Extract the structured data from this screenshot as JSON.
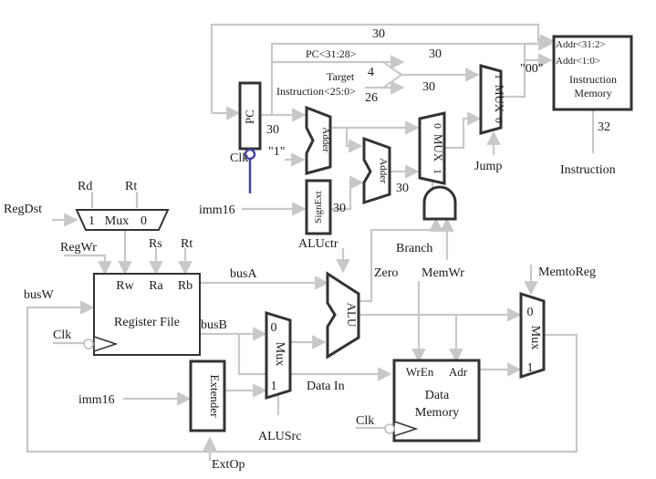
{
  "register_file": {
    "title": "Register File",
    "rw": "Rw",
    "ra": "Ra",
    "rb": "Rb"
  },
  "inputs": {
    "regdst": "RegDst",
    "rd": "Rd",
    "rt_top": "Rt",
    "regwr": "RegWr",
    "rs": "Rs",
    "rt": "Rt",
    "busw": "busW",
    "clk": "Clk",
    "imm16": "imm16",
    "imm16_top": "imm16",
    "extop": "ExtOp",
    "alusrc": "ALUSrc",
    "aluctr": "ALUctr",
    "branch": "Branch",
    "memwr": "MemWr",
    "memtoreg": "MemtoReg",
    "jump": "Jump",
    "clk_pc": "Clk",
    "clk_mem": "Clk",
    "one": "\"1\""
  },
  "mux_regdst": {
    "label": "Mux",
    "in1": "1",
    "in0": "0"
  },
  "mux_alusrc": {
    "label": "Mux",
    "in0": "0",
    "in1": "1"
  },
  "mux_memtoreg": {
    "label": "Mux",
    "in0": "0",
    "in1": "1"
  },
  "mux_branch": {
    "label": "MUX",
    "in0": "0",
    "in1": "1"
  },
  "mux_jump": {
    "label": "MUX",
    "in1": "1",
    "in0": "0"
  },
  "blocks": {
    "pc": "PC",
    "adder1": "Adder",
    "adder2": "Adder",
    "signext": "SignExt",
    "extender": "Extender",
    "alu": "ALU"
  },
  "data_memory": {
    "title1": "Data",
    "title2": "Memory",
    "wren": "WrEn",
    "adr": "Adr"
  },
  "instruction_memory": {
    "addr_hi": "Addr<31:2>",
    "addr_lo": "Addr<1:0>",
    "title1": "Instruction",
    "title2": "Memory"
  },
  "signals": {
    "busa": "busA",
    "busb": "busB",
    "zero": "Zero",
    "data_in": "Data In",
    "instruction": "Instruction",
    "target": "Target",
    "target_range": "Instruction<25:0>",
    "pc_hi": "PC<31:28>",
    "zeros": "\"00\""
  },
  "widths": {
    "w_top": "30",
    "w_pc_top": "30",
    "w_pc": "30",
    "w_4": "4",
    "w_26": "26",
    "w_30a": "30",
    "w_30b": "30",
    "w_30c": "30",
    "w_32": "32"
  }
}
